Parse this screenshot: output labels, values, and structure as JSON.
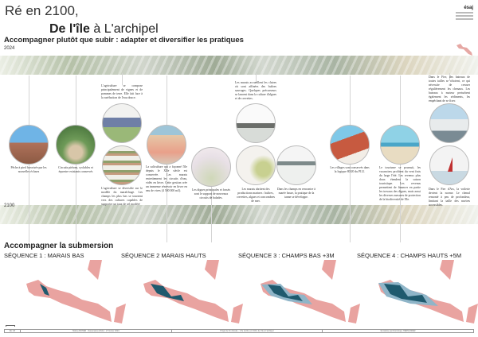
{
  "header": {
    "title_line1": "Ré en 2100,",
    "title_bold": "De l'île",
    "title_mid": " à ",
    "title_end": "L'archipel",
    "subtitle": "Accompagner plutôt que subir : adapter et diversifier les pratiques",
    "year_top": "2024",
    "year_bottom": "2100",
    "logo": "ésaj"
  },
  "captions": [
    "Pêche à pied favorisée par les nouvelles écluses",
    "Circuits piétons, cyclables et équestre existants conservés",
    "L'agriculture se compose principalement de vignes et de pommes de terre. Elle fait face à la raréfaction de l'eau douce.",
    "L'agriculture se diversifie sur le modèle du maraîchage. Les champs les plus bas se tournent vers des cultures capables de supporter un taux de sel modéré",
    "La saliculture qui a façonné l'île depuis le XIIe siècle est conservée. Les marais entretiennent les circuits d'eau, vidés en hiver. Cette gestion crée un immense réservoir en hiver en eau de vives (4 500 000 m3).",
    "Les digues principales et fossés sont le support de nouveaux circuits de balades.",
    "Les marais accueillent les claires où sont affinées des huîtres sauvages. Quelques précurseurs se lancent dans la culture d'algues et de crevettes.",
    "Les marais abritent des productions marines : huîtres, crevettes, algues et concombres de mer.",
    "Dans les champs en rencontre à marée basse, la pratique de la tanne se développe.",
    "Les villages sont conservés dans la logique 80/20 du PLU.",
    "Le tourisme se poursuit, les vacanciers profitent du vent frais du large l'été. Les revenus plus doux étendent la saison touristique. Les revenus permettent de financer en partie les travaux des digues, mais aussi les diverses mesures de protection de la biodiversité de l'île.",
    "Dans le Fier, des bateaux de toutes tailles se côtoient, ce qui nécessite de creuser régulièrement les chenaux. Les bateaux à moteur perturbent également les sédiments, les empêchant de se fixer.",
    "Dans le Fier d'Ars, la voilerie devient la norme. Le chenal remonté à peu de profondeur, limitant la taille des navires accessibles."
  ],
  "section2": {
    "title": "Accompagner la submersion",
    "sequences": [
      "SÉQUENCE 1 : MARAIS BAS",
      "SÉQUENCE 2 MARAIS HAUTS",
      "SÉQUENCE 3 : CHAMPS BAS +3M",
      "SÉQUENCE 4 : CHAMPS HAUTS +5M"
    ],
    "flood_levels": [
      1,
      2,
      3,
      4
    ]
  },
  "footer": [
    "Ré 1/3",
    "Hélène BATIER - Soutenance ESAJ - 27 février 2024",
    "Projet de fin d'étude - L'île de Ré en 2100, de l'île à l'archipel",
    "Encadrée par Dominique HERNANDEZ"
  ],
  "colors": {
    "land": "#e9a3a0",
    "water_deep": "#1f5a6e",
    "water_light": "#8fb5c8"
  }
}
